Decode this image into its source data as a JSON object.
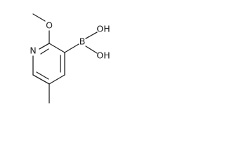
{
  "molecule": {
    "atoms": {
      "ring_nitrogen": "N",
      "methoxy_oxygen": "O",
      "boron": "B",
      "hydroxyl_top": "OH",
      "hydroxyl_bottom": "OH"
    }
  }
}
